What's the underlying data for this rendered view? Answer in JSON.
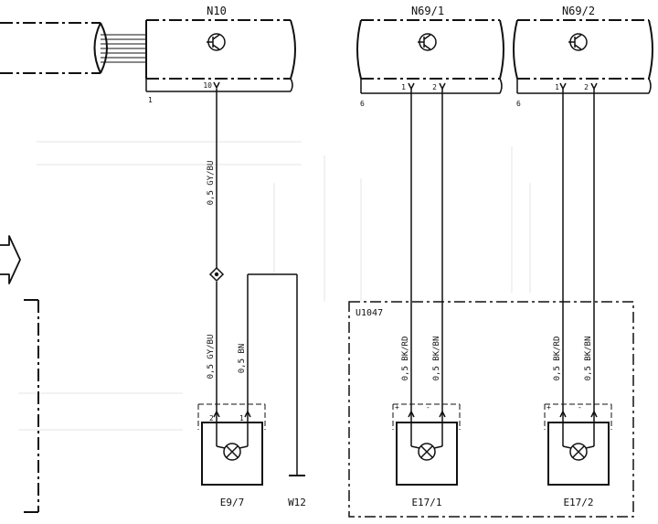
{
  "modules": [
    {
      "id": "N10",
      "label": "N10",
      "ref": "1",
      "pins": [
        "10"
      ]
    },
    {
      "id": "N69/1",
      "label": "N69/1",
      "ref": "6",
      "pins": [
        "1",
        "2"
      ]
    },
    {
      "id": "N69/2",
      "label": "N69/2",
      "ref": "6",
      "pins": [
        "1",
        "2"
      ]
    }
  ],
  "wires": {
    "n10_upper": "0,5 GY/BU",
    "n10_lower": "0,5 GY/BU",
    "e97_ground": "0,5 BN",
    "e171_plus": "0,5 BK/RD",
    "e171_minus": "0,5 BK/BN",
    "e172_plus": "0,5 BK/RD",
    "e172_minus": "0,5 BK/BN"
  },
  "group_box": "U1047",
  "components": [
    {
      "id": "E9/7",
      "label": "E9/7",
      "pins": [
        "2",
        "1"
      ]
    },
    {
      "id": "W12",
      "label": "W12"
    },
    {
      "id": "E17/1",
      "label": "E17/1",
      "pins": [
        "+",
        "-"
      ]
    },
    {
      "id": "E17/2",
      "label": "E17/2",
      "pins": [
        "+",
        "-"
      ]
    }
  ],
  "icons": [
    "transistor-icon",
    "lamp-icon",
    "ground-icon",
    "splice-icon",
    "arrow-right-icon"
  ]
}
